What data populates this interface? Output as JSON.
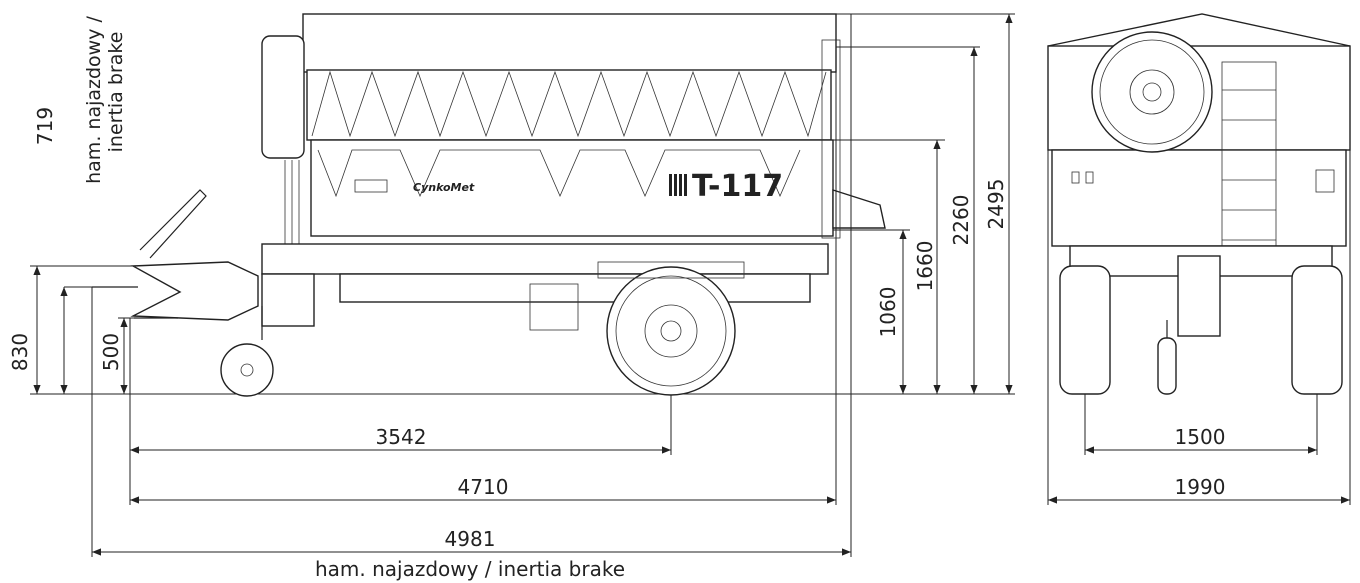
{
  "dimensions": {
    "drawbar_height_inertia": "719",
    "height_830": "830",
    "height_500": "500",
    "height_1060": "1060",
    "height_1660": "1660",
    "height_2260": "2260",
    "height_2495": "2495",
    "length_3542": "3542",
    "length_4710": "4710",
    "length_4981": "4981",
    "track_1500": "1500",
    "width_1990": "1990"
  },
  "labels": {
    "inertia_brake_line1": "ham. najazdowy /",
    "inertia_brake_line2": "inertia brake",
    "inertia_brake_bottom": "ham. najazdowy / inertia brake",
    "brand": "CynkoMet",
    "model": "T-117"
  }
}
